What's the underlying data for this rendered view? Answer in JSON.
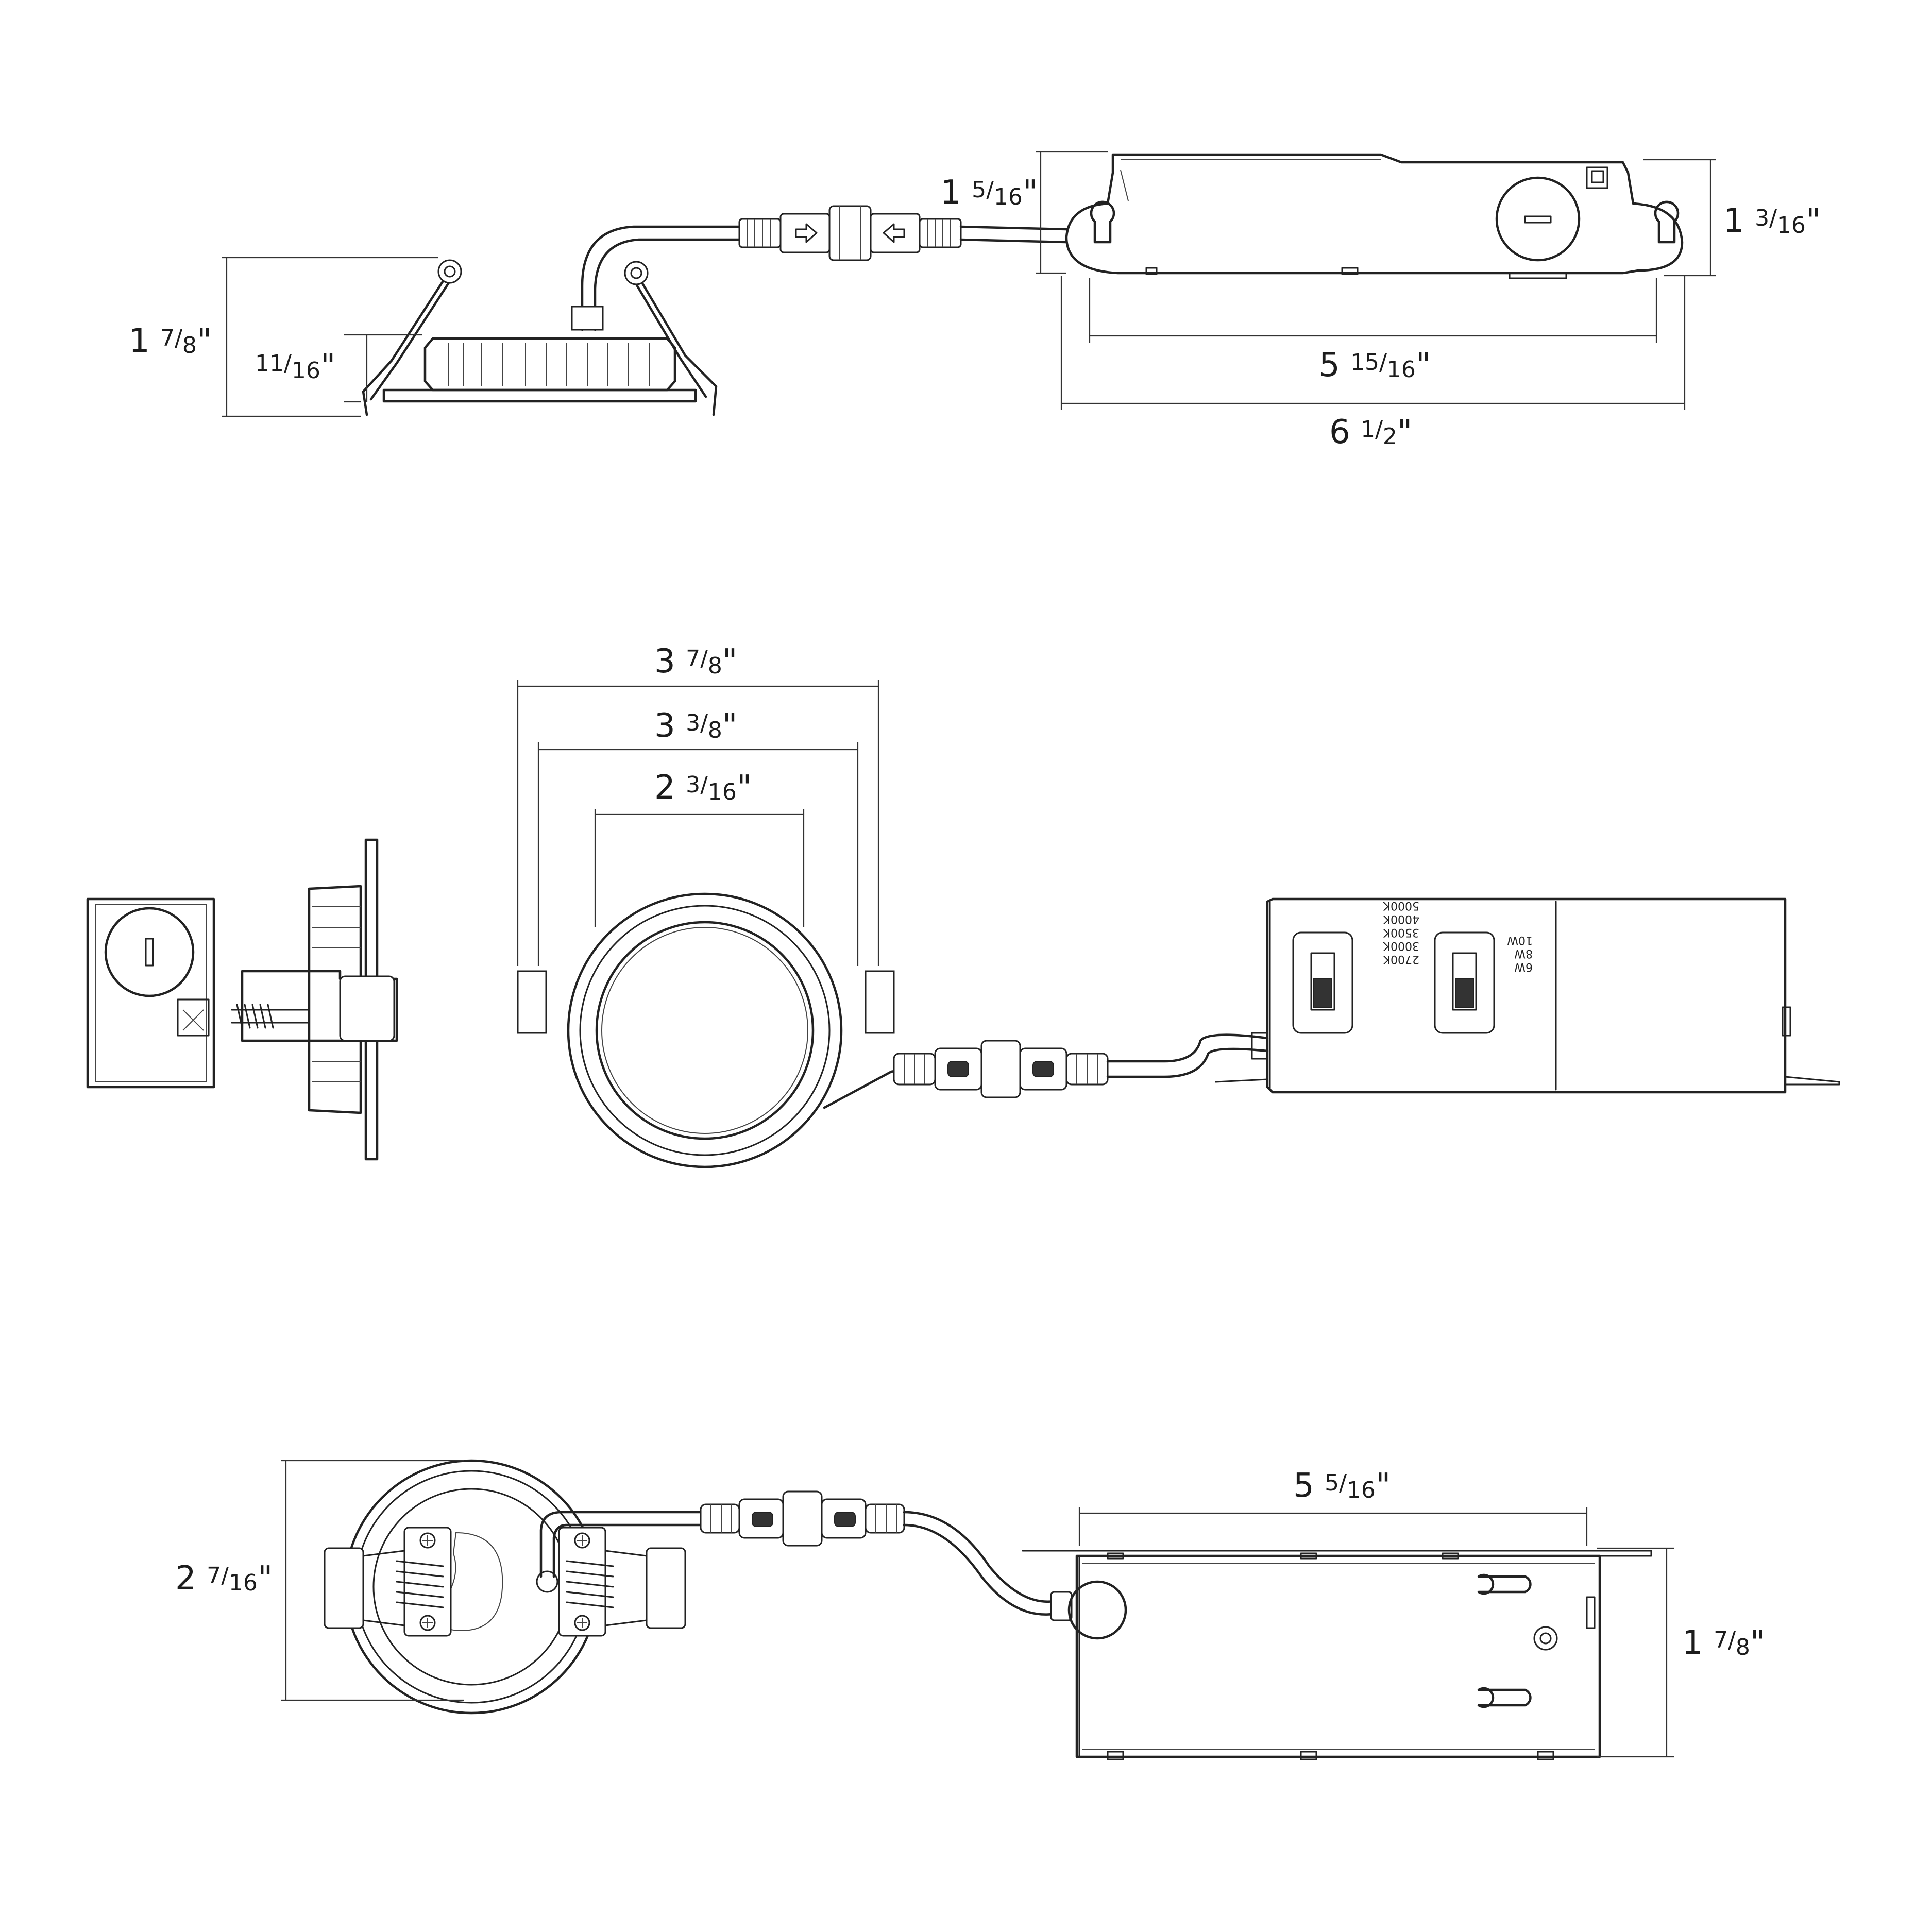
{
  "top_view": {
    "dim_fixture_height": {
      "whole": "1",
      "num": "7",
      "den": "8"
    },
    "dim_trim_height": {
      "whole": "",
      "num": "11",
      "den": "16"
    },
    "dim_box_height_small": {
      "whole": "1",
      "num": "5",
      "den": "16"
    },
    "dim_box_height": {
      "whole": "1",
      "num": "3",
      "den": "16"
    },
    "dim_box_inner_length": {
      "whole": "5",
      "num": "15",
      "den": "16"
    },
    "dim_box_total_length": {
      "whole": "6",
      "num": "1",
      "den": "2"
    }
  },
  "middle_view": {
    "dim_outer_diameter": {
      "whole": "3",
      "num": "7",
      "den": "8"
    },
    "dim_cutout": {
      "whole": "3",
      "num": "3",
      "den": "8"
    },
    "dim_aperture": {
      "whole": "2",
      "num": "3",
      "den": "16"
    },
    "cct_options": [
      "2700K",
      "3000K",
      "3500K",
      "4000K",
      "5000K"
    ],
    "wattage_options": [
      "6W",
      "8W",
      "10W"
    ]
  },
  "bottom_view": {
    "dim_trim_height": {
      "whole": "2",
      "num": "7",
      "den": "16"
    },
    "dim_box_length": {
      "whole": "5",
      "num": "5",
      "den": "16"
    },
    "dim_box_height": {
      "whole": "1",
      "num": "7",
      "den": "8"
    }
  },
  "inch_mark": "\""
}
